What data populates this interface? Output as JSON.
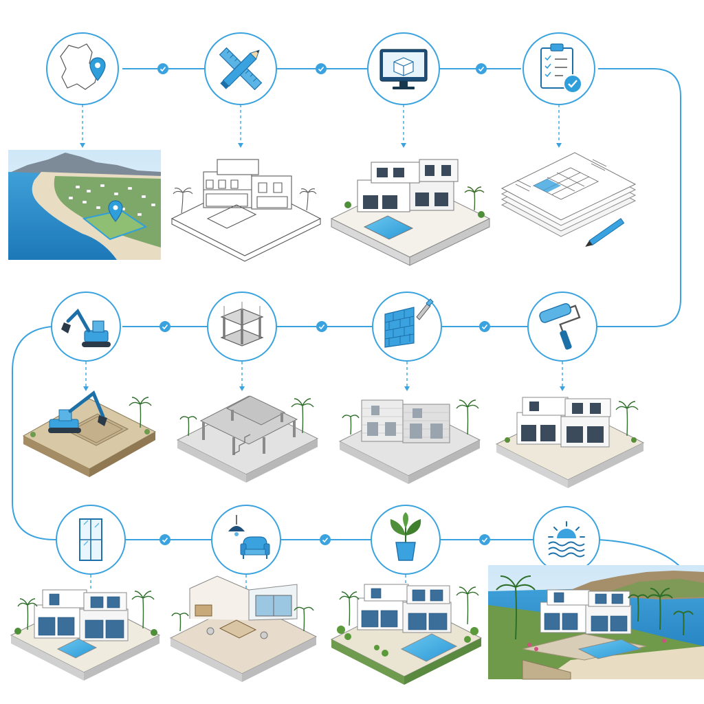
{
  "diagram": {
    "type": "process-flow",
    "colors": {
      "accent": "#2f9fdc",
      "accent_dark": "#1d6fa8",
      "line": "#3aa3df",
      "sea": "#2f8fcf",
      "sand": "#e8dcc2",
      "palm": "#2e7d32",
      "sketch": "#5a5a5a"
    },
    "steps": [
      {
        "id": "site-selection",
        "icon": "map-pin-icon",
        "illustration": "coastal-site-aerial"
      },
      {
        "id": "design",
        "icon": "ruler-pencil-icon",
        "illustration": "villa-sketch"
      },
      {
        "id": "3d-modeling",
        "icon": "monitor-3d-icon",
        "illustration": "villa-3d-model"
      },
      {
        "id": "permits",
        "icon": "clipboard-check-icon",
        "illustration": "blueprint-documents"
      },
      {
        "id": "excavation",
        "icon": "excavator-icon",
        "illustration": "excavated-site"
      },
      {
        "id": "structure",
        "icon": "concrete-frame-icon",
        "illustration": "concrete-frame"
      },
      {
        "id": "masonry",
        "icon": "brick-wall-icon",
        "illustration": "masonry-walls"
      },
      {
        "id": "finishing",
        "icon": "paint-roller-icon",
        "illustration": "plastered-villa"
      },
      {
        "id": "windows",
        "icon": "window-icon",
        "illustration": "villa-with-windows"
      },
      {
        "id": "interior",
        "icon": "lamp-armchair-icon",
        "illustration": "interior-cutaway"
      },
      {
        "id": "landscaping",
        "icon": "potted-plant-icon",
        "illustration": "landscaped-villa"
      },
      {
        "id": "completion",
        "icon": "sun-sea-icon",
        "illustration": "finished-seaside-villa"
      }
    ]
  }
}
